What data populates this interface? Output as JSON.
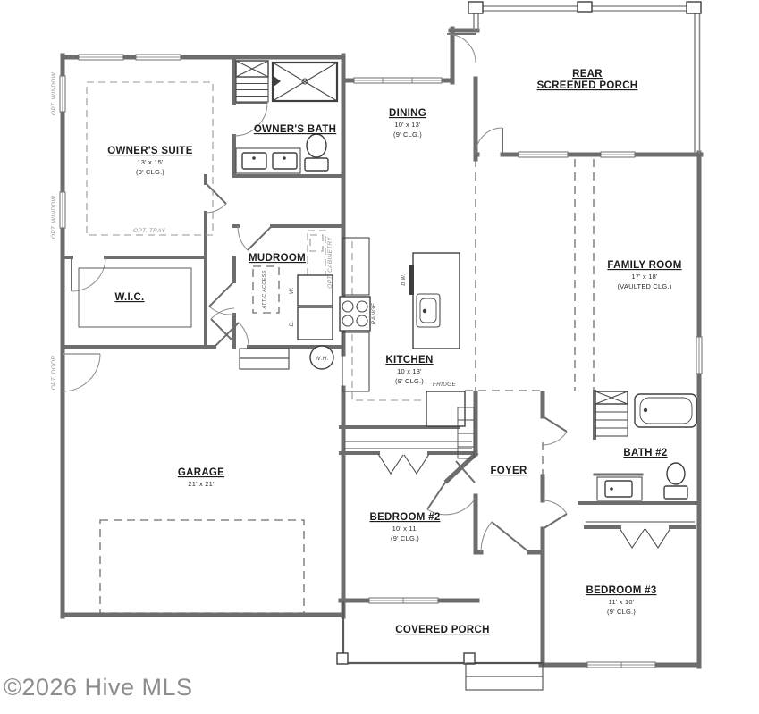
{
  "watermark": "©2026 Hive MLS",
  "rooms": {
    "owners_suite": {
      "name": "OWNER'S SUITE",
      "dims": "13' x 15'",
      "ceiling": "(9' CLG.)"
    },
    "owners_bath": {
      "name": "OWNER'S BATH"
    },
    "wic": {
      "name": "W.I.C."
    },
    "mudroom": {
      "name": "MUDROOM"
    },
    "dining": {
      "name": "DINING",
      "dims": "10' x 13'",
      "ceiling": "(9' CLG.)"
    },
    "rear_porch": {
      "name_line1": "REAR",
      "name_line2": "SCREENED PORCH"
    },
    "family_room": {
      "name": "FAMILY ROOM",
      "dims": "17' x 18'",
      "ceiling": "(VAULTED CLG.)"
    },
    "kitchen": {
      "name": "KITCHEN",
      "dims": "10 x 13'",
      "ceiling": "(9' CLG.)"
    },
    "garage": {
      "name": "GARAGE",
      "dims": "21' x 21'"
    },
    "bedroom2": {
      "name": "BEDROOM #2",
      "dims": "10' x 11'",
      "ceiling": "(9' CLG.)"
    },
    "foyer": {
      "name": "FOYER"
    },
    "bath2": {
      "name": "BATH #2"
    },
    "bedroom3": {
      "name": "BEDROOM #3",
      "dims": "11' x 10'",
      "ceiling": "(9' CLG.)"
    },
    "covered_porch": {
      "name": "COVERED PORCH"
    }
  },
  "labels": {
    "opt_window": "OPT. WINDOW",
    "opt_tray": "OPT. TRAY",
    "opt_door": "OPT. DOOR",
    "attic_access": "ATTIC ACCESS",
    "opt_cabinetry": "OPT. CABINETRY",
    "range": "RANGE",
    "dishwasher": "D.W.",
    "fridge": "FRIDGE",
    "washer": "W.",
    "dryer": "D.",
    "water_heater": "W.H."
  },
  "colors": {
    "wall": "#6d6d6d",
    "fixture": "#3e3e3e",
    "annotation": "#8f8f8f",
    "text": "#1c1c1c",
    "background": "#ffffff"
  }
}
